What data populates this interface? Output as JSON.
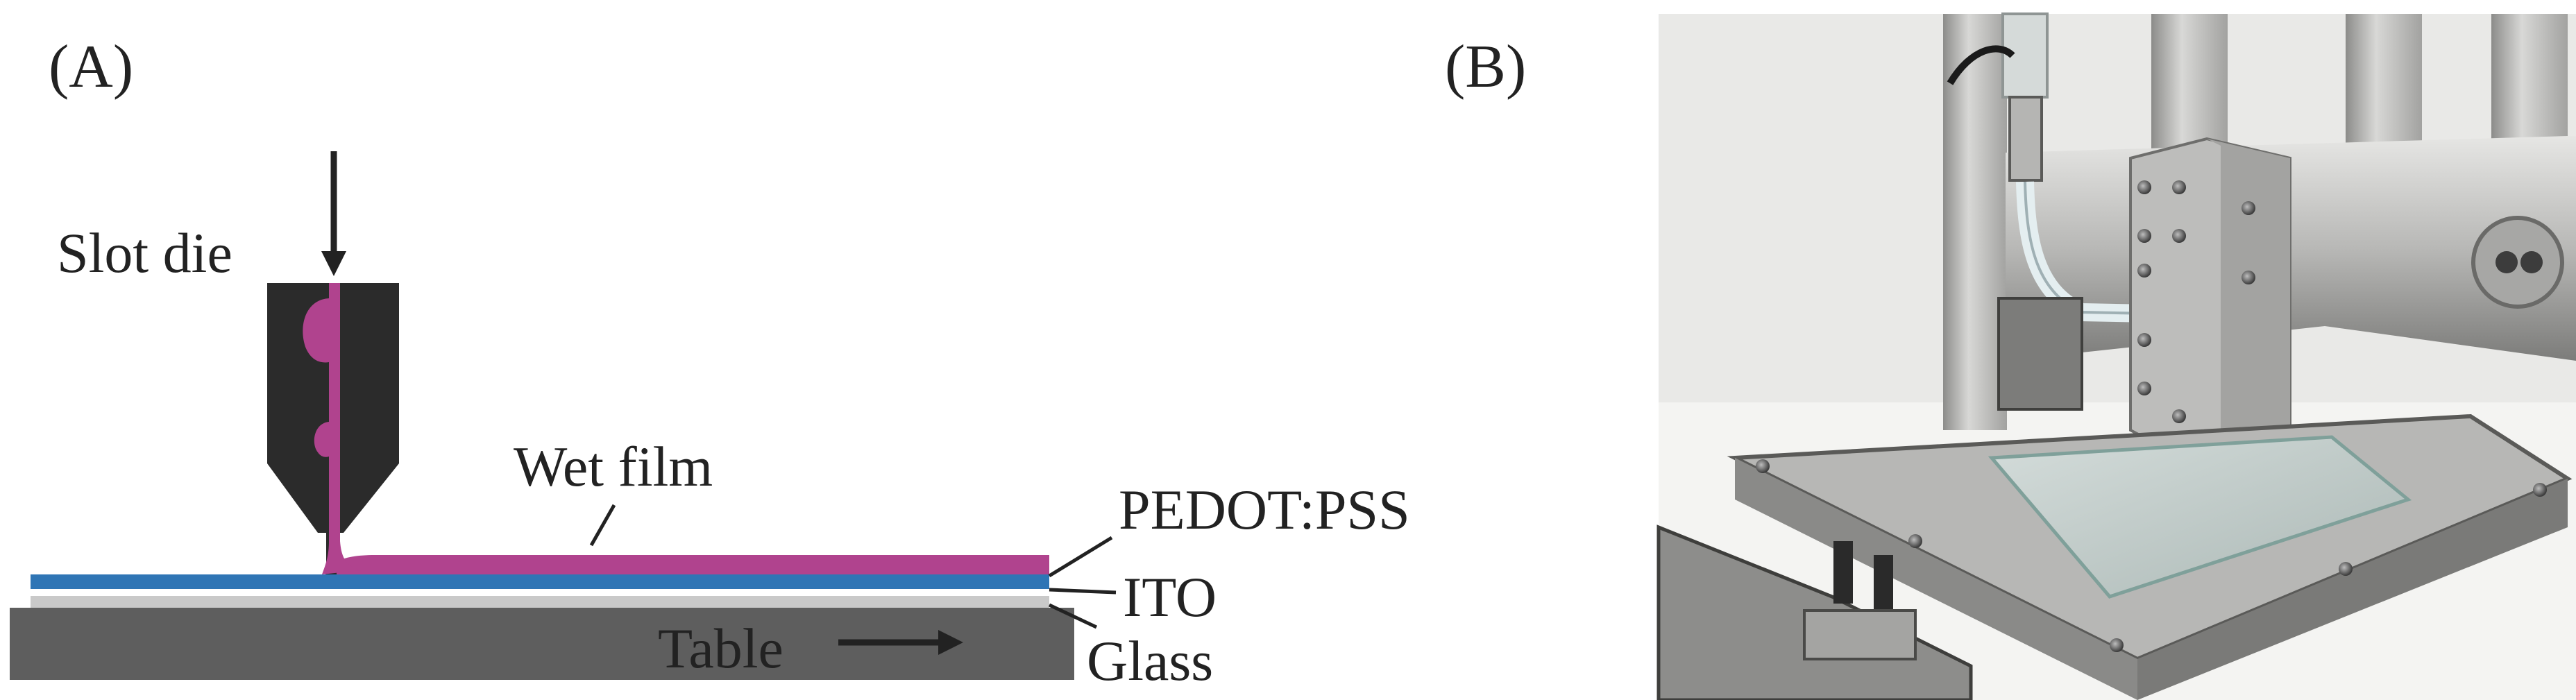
{
  "panel_a": {
    "label": "(A)",
    "labels": {
      "slot_die": "Slot die",
      "wet_film": "Wet film",
      "pedot": "PEDOT:PSS",
      "ito": "ITO",
      "glass": "Glass",
      "table": "Table"
    }
  },
  "panel_b": {
    "label": "(B)"
  },
  "colors": {
    "die": "#2b2b2b",
    "ink": "#b0438e",
    "ito": "#2f75b5",
    "glass": "#c9c9c9",
    "table": "#5e5e5e",
    "steel_light": "#cfcfcd",
    "steel_mid": "#9a9a98",
    "steel_dark": "#4a4a48"
  },
  "icons": {
    "feed_arrow": "arrow-down-icon",
    "motion_arrow": "arrow-right-icon"
  }
}
